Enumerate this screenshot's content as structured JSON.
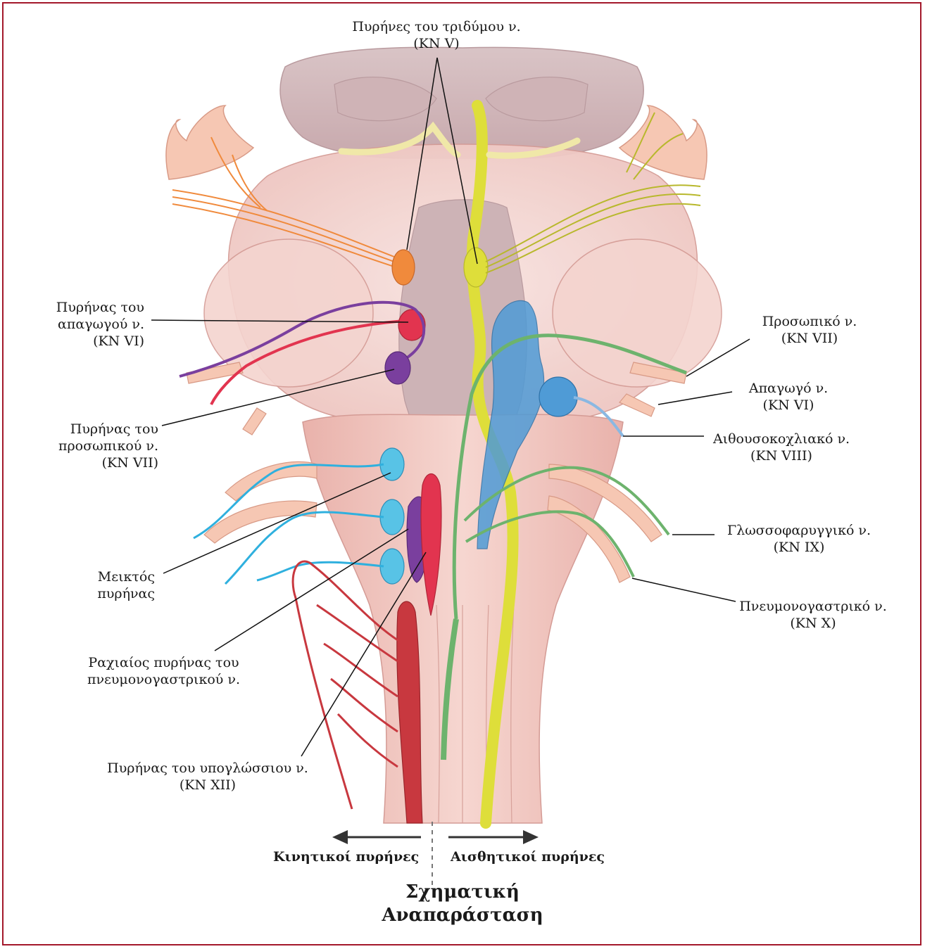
{
  "labels": {
    "trigeminal": {
      "line1": "Πυρήνες του τριδύμου ν.",
      "line2": "(ΚΝ V)"
    },
    "abducens_nucleus": {
      "line1": "Πυρήνας του",
      "line2": "απαγωγού ν.",
      "line3": "(ΚΝ VI)"
    },
    "facial_nucleus": {
      "line1": "Πυρήνας του",
      "line2": "προσωπικού ν.",
      "line3": "(ΚΝ VII)"
    },
    "ambiguus": {
      "line1": "Μεικτός",
      "line2": "πυρήνας"
    },
    "dorsal_vagal": {
      "line1": "Ραχιαίος πυρήνας του",
      "line2": "πνευμονογαστρικού ν."
    },
    "hypoglossal": {
      "line1": "Πυρήνας του υπογλώσσιου ν.",
      "line2": "(ΚΝ XII)"
    },
    "facial_nerve": {
      "line1": "Προσωπικό ν.",
      "line2": "(ΚΝ VII)"
    },
    "abducens_nerve": {
      "line1": "Απαγωγό ν.",
      "line2": "(ΚΝ VI)"
    },
    "vestibulocochlear": {
      "line1": "Αιθουσοκοχλιακό ν.",
      "line2": "(ΚΝ VIII)"
    },
    "glossopharyngeal": {
      "line1": "Γλωσσοφαρυγγικό ν.",
      "line2": "(ΚΝ IX)"
    },
    "vagus": {
      "line1": "Πνευμονογαστρικό ν.",
      "line2": "(ΚΝ X)"
    }
  },
  "motor_label": "Κινητικοί πυρήνες",
  "sensory_label": "Αισθητικοί πυρήνες",
  "title": {
    "line1": "Σχηματική",
    "line2": "Αναπαράσταση"
  },
  "colors": {
    "frame": "#a3182b",
    "brainstem": "#f2c9c4",
    "trigeminal_motor": "#f08a3c",
    "trigeminal_sensory": "#dede3a",
    "abducens": "#e2344f",
    "facial_motor": "#7a3f9e",
    "vestibular": "#4f9bd6",
    "ambiguus": "#58c3e6",
    "solitary_tract": "#6db36d",
    "hypoglossal": "#c8383f"
  }
}
